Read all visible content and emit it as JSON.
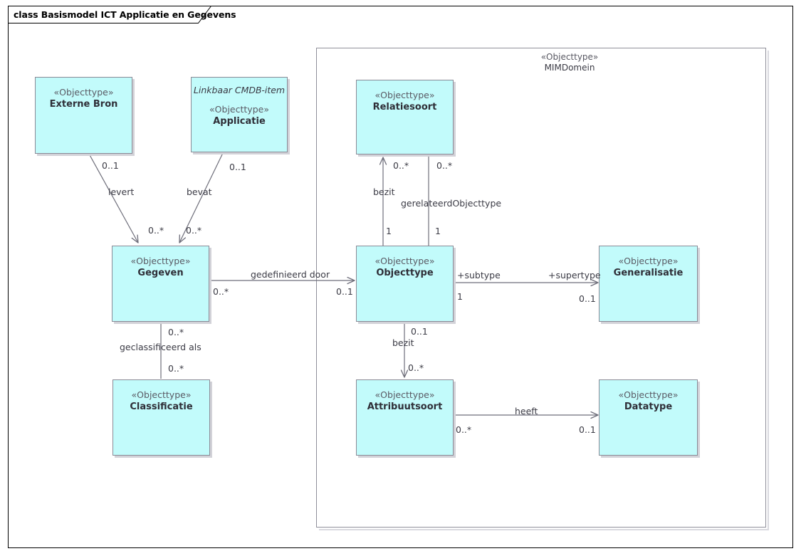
{
  "frame": {
    "title": "class Basismodel ICT Applicatie en Gegevens"
  },
  "package": {
    "stereotype": "«Objecttype»",
    "name": "MIMDomein"
  },
  "classes": [
    {
      "id": "externe-bron",
      "stereotype": "«Objecttype»",
      "name": "Externe Bron",
      "pre_name": ""
    },
    {
      "id": "applicatie",
      "stereotype": "«Objecttype»",
      "name": "Applicatie",
      "pre_name": "Linkbaar CMDB-item"
    },
    {
      "id": "relatiesoort",
      "stereotype": "«Objecttype»",
      "name": "Relatiesoort",
      "pre_name": ""
    },
    {
      "id": "gegeven",
      "stereotype": "«Objecttype»",
      "name": "Gegeven",
      "pre_name": ""
    },
    {
      "id": "objecttype",
      "stereotype": "«Objecttype»",
      "name": "Objecttype",
      "pre_name": ""
    },
    {
      "id": "generalisatie",
      "stereotype": "«Objecttype»",
      "name": "Generalisatie",
      "pre_name": ""
    },
    {
      "id": "classificatie",
      "stereotype": "«Objecttype»",
      "name": "Classificatie",
      "pre_name": ""
    },
    {
      "id": "attribuutsoort",
      "stereotype": "«Objecttype»",
      "name": "Attribuutsoort",
      "pre_name": ""
    },
    {
      "id": "datatype",
      "stereotype": "«Objecttype»",
      "name": "Datatype",
      "pre_name": ""
    }
  ],
  "associations": [
    {
      "id": "levert",
      "label": "levert",
      "source": "externe-bron",
      "target": "gegeven",
      "source_mult": "0..1",
      "target_mult": "0..*"
    },
    {
      "id": "bevat",
      "label": "bevat",
      "source": "applicatie",
      "target": "gegeven",
      "source_mult": "0..1",
      "target_mult": "0..*"
    },
    {
      "id": "bezit-rel",
      "label": "bezit",
      "source": "objecttype",
      "target": "relatiesoort",
      "source_mult": "1",
      "target_mult": "0..*"
    },
    {
      "id": "gerelateerd",
      "label": "gerelateerdObjecttype",
      "source": "objecttype",
      "target": "relatiesoort",
      "source_mult": "1",
      "target_mult": "0..*"
    },
    {
      "id": "gedefinieerd",
      "label": "gedefinieerd door",
      "source": "gegeven",
      "target": "objecttype",
      "source_mult": "0..*",
      "target_mult": "0..1"
    },
    {
      "id": "geclassificeerd",
      "label": "geclassificeerd als",
      "source": "gegeven",
      "target": "classificatie",
      "source_mult": "0..*",
      "target_mult": "0..*"
    },
    {
      "id": "subtype",
      "label": "",
      "source": "objecttype",
      "target": "generalisatie",
      "source_mult": "1",
      "target_mult": "0..1",
      "source_role": "+subtype",
      "target_role": "+supertype"
    },
    {
      "id": "bezit-attr",
      "label": "bezit",
      "source": "objecttype",
      "target": "attribuutsoort",
      "source_mult": "0..1",
      "target_mult": "0..*"
    },
    {
      "id": "heeft",
      "label": "heeft",
      "source": "attribuutsoort",
      "target": "datatype",
      "source_mult": "0..*",
      "target_mult": "0..1"
    }
  ],
  "colors": {
    "class_fill": "#c2fbfb",
    "class_border": "#8a8a96",
    "line": "#6e6e7a",
    "text": "#3b3b45",
    "stereotype_text": "#5a5a64"
  }
}
